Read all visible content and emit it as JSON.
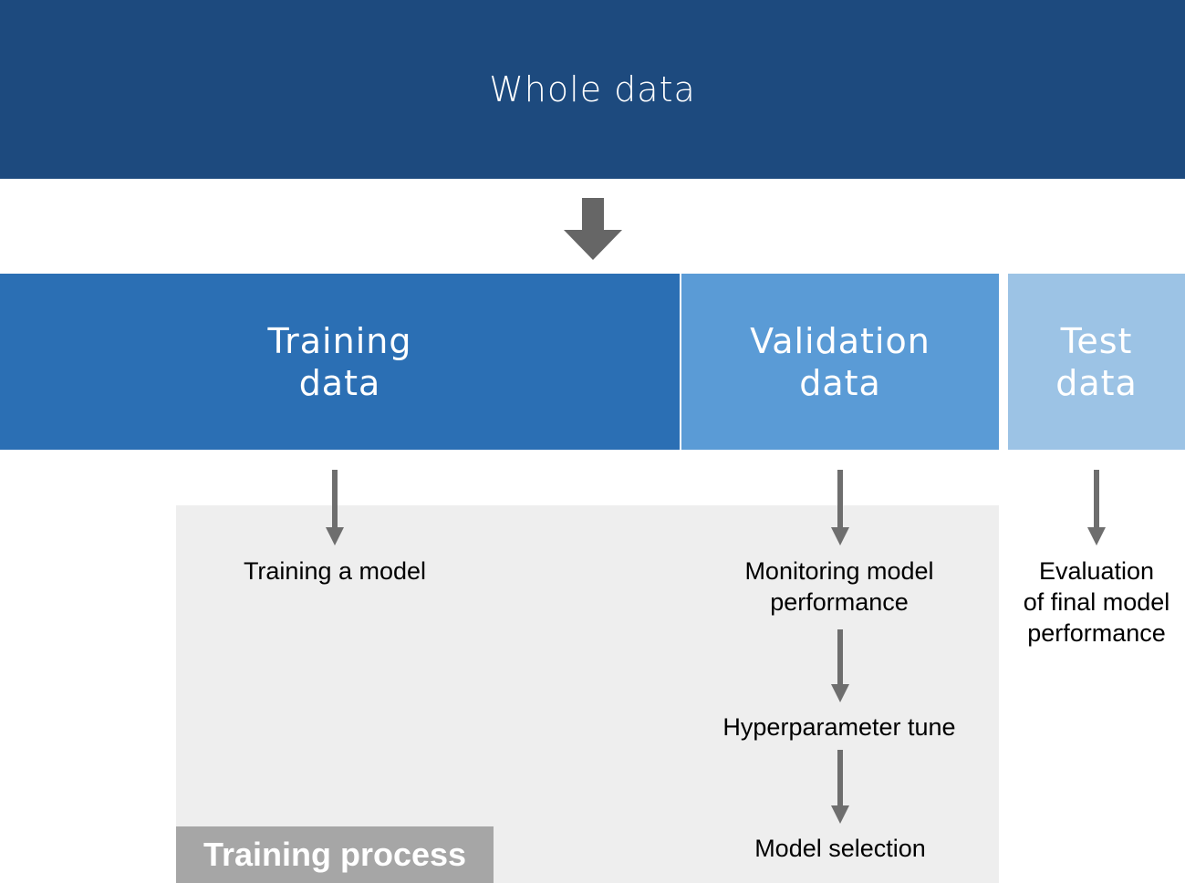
{
  "whole_data": {
    "label": "Whole data"
  },
  "splits": {
    "training": {
      "line1": "Training",
      "line2": "data"
    },
    "validation": {
      "line1": "Validation",
      "line2": "data"
    },
    "test": {
      "line1": "Test",
      "line2": "data"
    }
  },
  "steps": {
    "training_a_model": "Training a model",
    "monitoring_line1": "Monitoring model",
    "monitoring_line2": "performance",
    "hyperparameter_tune": "Hyperparameter tune",
    "model_selection": "Model selection",
    "evaluation_line1": "Evaluation",
    "evaluation_line2": "of final model",
    "evaluation_line3": "performance"
  },
  "panel": {
    "label": "Training process"
  },
  "colors": {
    "whole": "#1d4a7e",
    "training": "#2b6fb4",
    "validation": "#5a9bd6",
    "test": "#9cc3e5",
    "panel": "#eeeeee",
    "panel_tag": "#a6a6a6",
    "arrow": "#6e6e6e"
  }
}
